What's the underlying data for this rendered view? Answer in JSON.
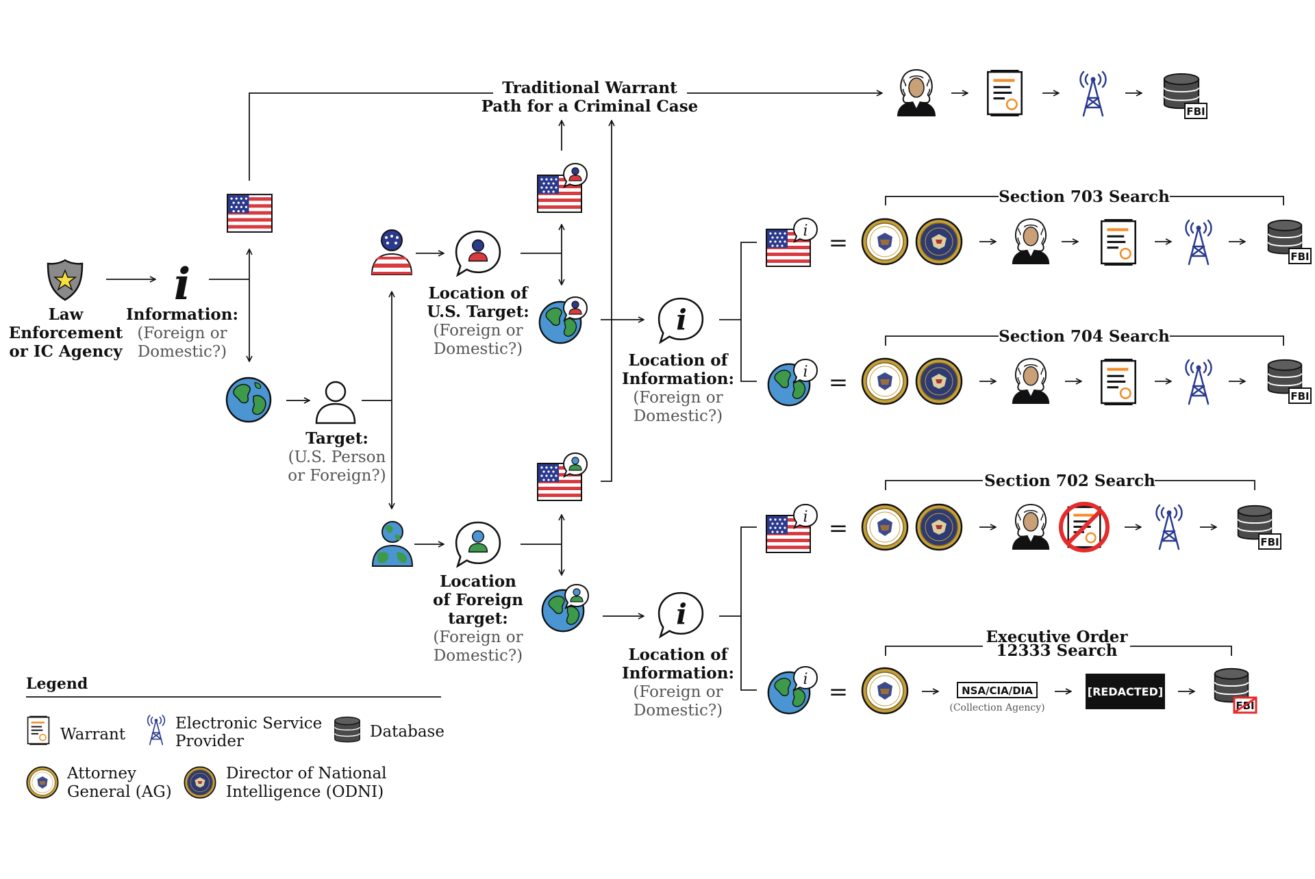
{
  "texts": {
    "trad_1": "Traditional Warrant",
    "trad_2": "Path for a Criminal Case",
    "le_1": "Law",
    "le_2": "Enforcement",
    "le_3": "or IC Agency",
    "info_1": "Information:",
    "info_2": "(Foreign or",
    "info_3": "Domestic?)",
    "tgt_1": "Target:",
    "tgt_2": "(U.S. Person",
    "tgt_3": "or Foreign?)",
    "locus_1": "Location of",
    "locus_2": "U.S. Target:",
    "locus_3": "(Foreign or",
    "locus_4": "Domestic?)",
    "locf_1": "Location",
    "locf_2": "of Foreign",
    "locf_3": "target:",
    "locf_4": "(Foreign or",
    "locf_5": "Domestic?)",
    "loci1_1": "Location of",
    "loci1_2": "Information:",
    "loci1_3": "(Foreign or",
    "loci1_4": "Domestic?)",
    "loci2_1": "Location of",
    "loci2_2": "Information:",
    "loci2_3": "(Foreign or",
    "loci2_4": "Domestic?)",
    "s703": "Section 703 Search",
    "s704": "Section 704 Search",
    "s702": "Section 702 Search",
    "eo_1": "Executive Order",
    "eo_2": "12333 Search",
    "equals": "=",
    "fbi": "FBI",
    "nsa": "NSA/CIA/DIA",
    "collection": "(Collection Agency)",
    "redacted": "[REDACTED]",
    "info_glyph": "i",
    "legend_title": "Legend",
    "legend_warrant": "Warrant",
    "legend_esp_1": "Electronic Service",
    "legend_esp_2": "Provider",
    "legend_db": "Database",
    "legend_ag_1": "Attorney",
    "legend_ag_2": "General (AG)",
    "legend_odni_1": "Director of National",
    "legend_odni_2": "Intelligence (ODNI)"
  },
  "icons": [
    "police-badge-icon",
    "information-icon",
    "us-flag-icon",
    "globe-icon",
    "person-icon",
    "us-person-icon",
    "foreign-person-icon",
    "speech-bubble-icon",
    "judge-icon",
    "warrant-icon",
    "no-warrant-icon",
    "cell-tower-icon",
    "database-icon",
    "attorney-general-seal-icon",
    "odni-seal-icon",
    "fbi-label-icon"
  ],
  "colors": {
    "line": "#111111",
    "flag_red": "#d93a3f",
    "flag_blue": "#2b3a8c",
    "globe_blue": "#4a95d2",
    "globe_green": "#3e9a4b",
    "skin": "#c9a078",
    "warrant_orange": "#f28c28",
    "tower_blue": "#2a3a8f",
    "db_gray": "#4a4a4a",
    "seal_gold": "#c6a03b",
    "no_red": "#e52b2b",
    "badge_gray": "#8a8a8a",
    "star_yellow": "#f5e041"
  }
}
